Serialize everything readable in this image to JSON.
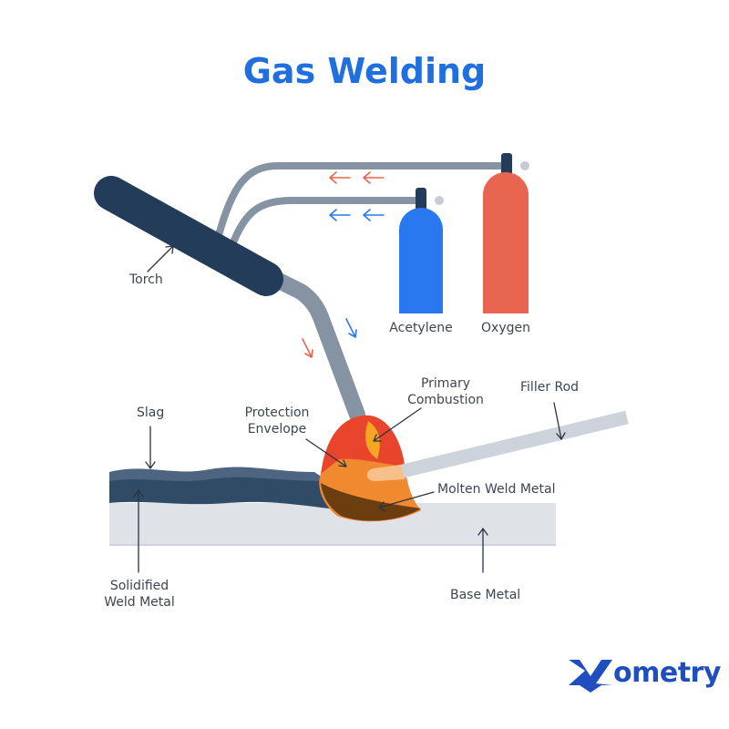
{
  "title": "Gas Welding",
  "labels": {
    "torch": "Torch",
    "acetylene": "Acetylene",
    "oxygen": "Oxygen",
    "slag": "Slag",
    "protection_envelope": [
      "Protection",
      "Envelope"
    ],
    "primary_combustion": [
      "Primary",
      "Combustion"
    ],
    "filler_rod": "Filler Rod",
    "molten_weld_metal": "Molten Weld Metal",
    "solidified_weld_metal": [
      "Solidified",
      "Weld Metal"
    ],
    "base_metal": "Base Metal"
  },
  "brand": {
    "logo_text": "ometry",
    "logo_letter": "X"
  },
  "colors": {
    "title": "#1f6fe0",
    "torch": "#223c5a",
    "hose": "#8593a2",
    "acetylene_tank": "#2a78f0",
    "oxygen_tank": "#e8664f",
    "flow_oxygen_arrow": "#e8664f",
    "flow_acetylene_arrow": "#2a78f0",
    "base_metal": "#dfe3e8",
    "weld_bead": "#2f4b66",
    "slag": "#4d6580",
    "flame_outer": "#e8452c",
    "flame_inner": "#f5a623",
    "molten": "#6b3d0f",
    "filler_rod": "#ccd3db",
    "brand": "#1f4fbf"
  }
}
